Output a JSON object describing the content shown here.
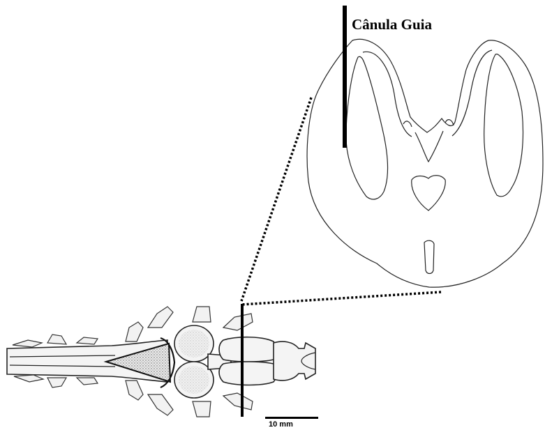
{
  "labels": {
    "cannula": "Cânula Guia",
    "scale": "10 mm"
  },
  "colors": {
    "line": "#000000",
    "background": "#ffffff",
    "stipple": "#555555"
  },
  "icons": [
    "brain-dorsal-view",
    "brain-coronal-section",
    "guide-cannula",
    "scale-bar"
  ]
}
